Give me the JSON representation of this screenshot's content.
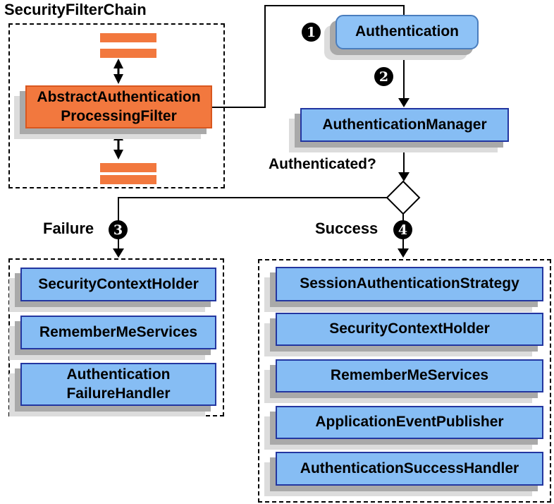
{
  "colors": {
    "box_blue_fill": "#86bdf4",
    "box_blue_border": "#2336a0",
    "rounded_box_border": "#4a7dbd",
    "orange_fill": "#f2783e",
    "orange_border": "#d9571f",
    "shadow_inner": "#a9a9a9",
    "shadow_outer": "#dcdcdc",
    "line_black": "#000000"
  },
  "security_filter_chain": {
    "title": "SecurityFilterChain",
    "filter_label": "AbstractAuthentication\nProcessingFilter"
  },
  "flow": {
    "steps": [
      "1",
      "2",
      "3",
      "4"
    ],
    "authentication": "Authentication",
    "authentication_manager": "AuthenticationManager",
    "authenticated_question": "Authenticated?",
    "failure_label": "Failure",
    "success_label": "Success"
  },
  "failure_box": {
    "items": [
      "SecurityContextHolder",
      "RememberMeServices",
      "Authentication\nFailureHandler"
    ]
  },
  "success_box": {
    "items": [
      "SessionAuthenticationStrategy",
      "SecurityContextHolder",
      "RememberMeServices",
      "ApplicationEventPublisher",
      "AuthenticationSuccessHandler"
    ]
  }
}
